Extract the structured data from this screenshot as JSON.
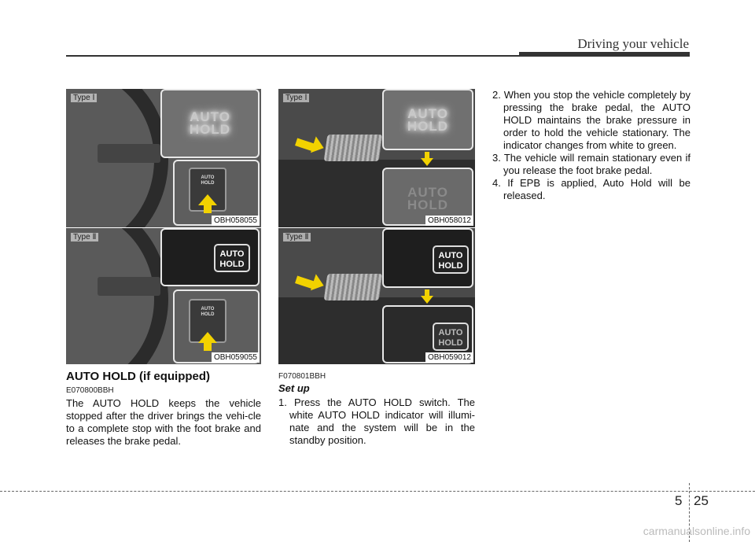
{
  "header": {
    "title": "Driving your vehicle"
  },
  "figures": {
    "fig1": {
      "type_label": "Type Ⅰ",
      "code": "OBH058055",
      "glow_text": "AUTO\nHOLD",
      "switch_text": "AUTO\nHOLD"
    },
    "fig2": {
      "type_label": "Type Ⅱ",
      "code": "OBH059055",
      "badge_text": "AUTO\nHOLD",
      "switch_text": "AUTO\nHOLD"
    },
    "fig3": {
      "type_label": "Type Ⅰ",
      "code": "OBH058012",
      "glow_text": "AUTO\nHOLD",
      "dim_text": "AUTO\nHOLD"
    },
    "fig4": {
      "type_label": "Type Ⅱ",
      "code": "OBH059012",
      "badge_top": "AUTO\nHOLD",
      "badge_bottom": "AUTO\nHOLD"
    }
  },
  "section": {
    "heading": "AUTO HOLD (if equipped)",
    "code": "E070800BBH",
    "intro": "The AUTO HOLD keeps the vehicle stopped after the driver brings the vehi-cle to a complete stop with the foot brake and releases the brake pedal."
  },
  "setup": {
    "code": "F070801BBH",
    "title": "Set up",
    "steps": [
      "1. Press the AUTO HOLD switch. The white AUTO HOLD indicator will illumi-nate and the system will be in the standby position.",
      "2. When you stop the vehicle completely by pressing the brake pedal, the AUTO HOLD maintains the brake pressure in order to hold the vehicle stationary. The indicator changes from white to green.",
      "3. The vehicle will remain stationary even if you release the foot brake pedal.",
      "4. If EPB is applied, Auto Hold will be released."
    ]
  },
  "footer": {
    "chapter": "5",
    "page": "25",
    "watermark": "carmanualsonline.info"
  }
}
